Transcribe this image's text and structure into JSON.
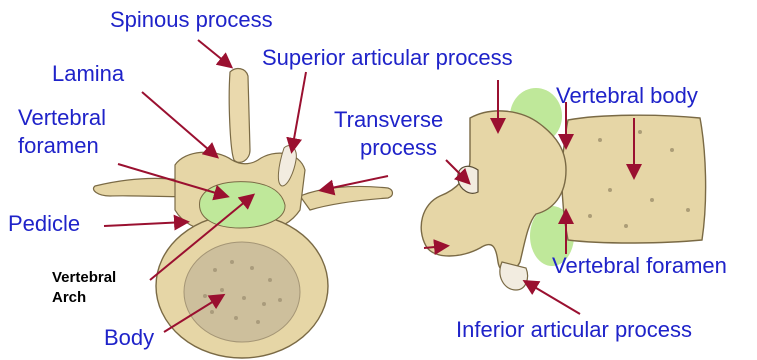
{
  "labels": {
    "spinous_process": "Spinous process",
    "superior_articular_process": "Superior articular process",
    "lamina": "Lamina",
    "vertebral_body_top": "Vertebral body",
    "vertebral_foramen_left_1": "Vertebral",
    "vertebral_foramen_left_2": "foramen",
    "transverse_process_1": "Transverse",
    "transverse_process_2": "process",
    "pedicle": "Pedicle",
    "vertebral_arch_1": "Vertebral",
    "vertebral_arch_2": "Arch",
    "vertebral_foramen_right": "Vertebral foramen",
    "body": "Body",
    "inferior_articular_process": "Inferior articular process"
  },
  "colors": {
    "label_text": "#1f23c9",
    "arrow": "#9a1030",
    "bone": "#e6d6a6",
    "bone_edge": "#7a6a45",
    "foramen_green": "#bfe89a"
  }
}
